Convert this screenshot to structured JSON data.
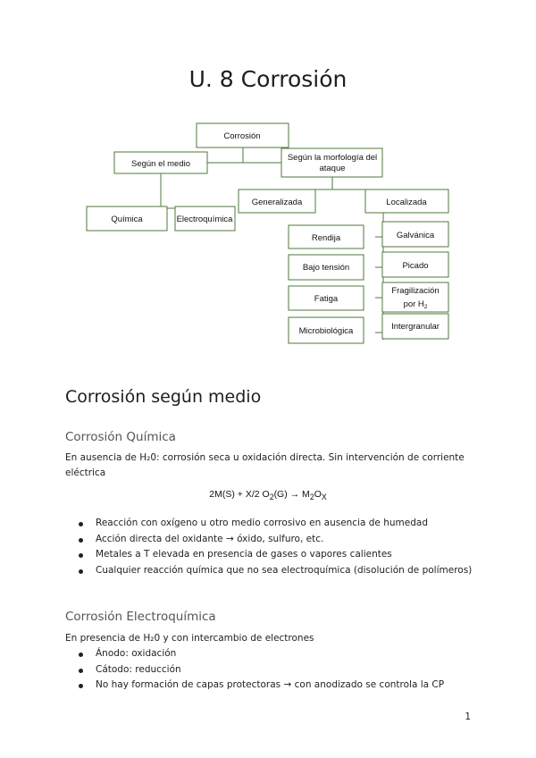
{
  "title": "U. 8 Corrosión",
  "diagram": {
    "root": "Corrosión",
    "medio": "Según el medio",
    "morfologia_line1": "Según la morfología del",
    "morfologia_line2": "ataque",
    "quimica": "Química",
    "electroquimica": "Electroquímica",
    "generalizada": "Generalizada",
    "localizada": "Localizada",
    "rendija": "Rendija",
    "bajo_tension": "Bajo tensión",
    "fatiga": "Fatiga",
    "microbiologica": "Microbiológica",
    "galvanica": "Galvánica",
    "picado": "Picado",
    "fragilizacion_line1": "Fragilización",
    "fragilizacion_line2_prefix": "por H",
    "fragilizacion_line2_sub": "2",
    "intergranular": "Intergranular"
  },
  "section1": {
    "heading": "Corrosión según medio",
    "quimica": {
      "heading": "Corrosión Química",
      "intro": "En ausencia de H₂0: corrosión seca u oxidación directa. Sin intervención de corriente eléctrica",
      "formula": {
        "a": "2M(S) + X/2 O",
        "a_sub": "2",
        "b": "(G) → M",
        "b_sub": "2",
        "c": "O",
        "c_sub": "X"
      },
      "bullets": [
        "Reacción con oxígeno u otro medio corrosivo en ausencia de humedad",
        "Acción directa del oxidante → óxido, sulfuro, etc.",
        "Metales a T elevada en presencia de gases o vapores calientes",
        "Cualquier reacción química que no sea electroquímica (disolución de polímeros)"
      ]
    },
    "electroquimica": {
      "heading": "Corrosión Electroquímica",
      "intro": "En presencia de H₂0 y con intercambio de electrones",
      "bullets": [
        "Ánodo: oxidación",
        "Cátodo: reducción",
        "No hay formación de capas protectoras → con anodizado se controla la CP"
      ]
    }
  },
  "page_number": "1"
}
